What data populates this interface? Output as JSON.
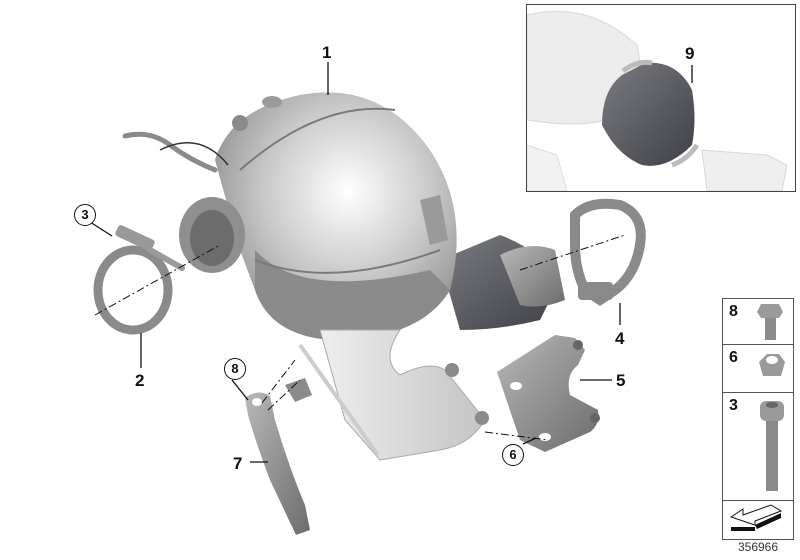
{
  "diagram": {
    "title": "Diesel particulate filter / catalytic converter assembly",
    "catalog_number": "356966",
    "callouts": [
      {
        "id": "1",
        "style": "plain"
      },
      {
        "id": "2",
        "style": "plain"
      },
      {
        "id": "3",
        "style": "circled"
      },
      {
        "id": "4",
        "style": "plain"
      },
      {
        "id": "5",
        "style": "plain"
      },
      {
        "id": "6",
        "style": "circled"
      },
      {
        "id": "7",
        "style": "plain"
      },
      {
        "id": "8",
        "style": "circled"
      },
      {
        "id": "9",
        "style": "plain"
      }
    ],
    "inset": {
      "label": "9"
    },
    "hardware_legend": [
      {
        "label": "8",
        "part": "hex-bolt"
      },
      {
        "label": "6",
        "part": "hex-nut"
      },
      {
        "label": "3",
        "part": "socket-head-screw"
      },
      {
        "label": "",
        "part": "direction-arrow"
      }
    ]
  },
  "labels": {
    "c1": "1",
    "c2": "2",
    "c3": "3",
    "c4": "4",
    "c5": "5",
    "c6": "6",
    "c7": "7",
    "c8": "8",
    "c9": "9",
    "legend_8": "8",
    "legend_6": "6",
    "legend_3": "3",
    "catno": "356966"
  },
  "colors": {
    "metal_light": "#d8d8d8",
    "metal_mid": "#9a9a9a",
    "metal_dark": "#6e6e6e",
    "rubber": "#55575c",
    "inset_ghost": "#ececec",
    "line": "#111111"
  }
}
